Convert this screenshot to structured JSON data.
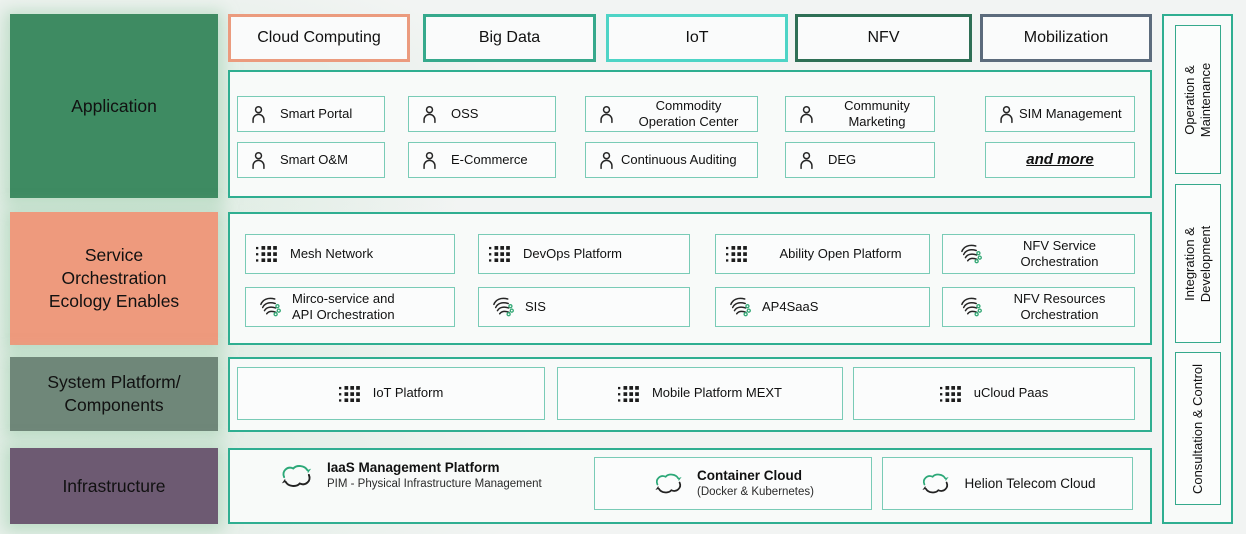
{
  "top_technologies": {
    "cloud": {
      "label": "Cloud Computing",
      "border_color": "#eb9b7e"
    },
    "bigdata": {
      "label": "Big Data",
      "border_color": "#36a98c"
    },
    "iot": {
      "label": "IoT",
      "border_color": "#4ed4c6"
    },
    "nfv": {
      "label": "NFV",
      "border_color": "#2e6f55"
    },
    "mobilization": {
      "label": "Mobilization",
      "border_color": "#5c6b7c"
    }
  },
  "left_labels": {
    "application": {
      "label": "Application",
      "bg_color": "#3e8b62"
    },
    "service": {
      "label": "Service\nOrchestration\nEcology Enables",
      "bg_color": "#ee9a7d"
    },
    "system": {
      "label": "System Platform/\nComponents",
      "bg_color": "#6f8779"
    },
    "infrastructure": {
      "label": "Infrastructure",
      "bg_color": "#6d5a72"
    }
  },
  "application": {
    "items": [
      {
        "label": "Smart Portal",
        "icon": "person-icon"
      },
      {
        "label": "OSS",
        "icon": "person-icon"
      },
      {
        "label": "Commodity\nOperation Center",
        "icon": "person-icon"
      },
      {
        "label": "Community\nMarketing",
        "icon": "person-icon"
      },
      {
        "label": "SIM Management",
        "icon": "person-icon"
      },
      {
        "label": "Smart O&M",
        "icon": "person-icon"
      },
      {
        "label": "E-Commerce",
        "icon": "person-icon"
      },
      {
        "label": "Continuous Auditing",
        "icon": "person-icon"
      },
      {
        "label": "DEG",
        "icon": "person-icon"
      },
      {
        "label": "and more",
        "icon": "none"
      }
    ]
  },
  "service": {
    "items": [
      {
        "label": "Mesh Network",
        "icon": "grid-icon"
      },
      {
        "label": "DevOps Platform",
        "icon": "grid-icon"
      },
      {
        "label": "Ability Open Platform",
        "icon": "grid-icon"
      },
      {
        "label": "NFV Service\nOrchestration",
        "icon": "orchestration-icon"
      },
      {
        "label": "Mirco-service and\nAPI Orchestration",
        "icon": "orchestration-icon"
      },
      {
        "label": "SIS",
        "icon": "orchestration-icon"
      },
      {
        "label": "AP4SaaS",
        "icon": "orchestration-icon"
      },
      {
        "label": "NFV Resources\nOrchestration",
        "icon": "orchestration-icon"
      }
    ]
  },
  "system": {
    "items": [
      {
        "label": "IoT Platform",
        "icon": "grid-icon"
      },
      {
        "label": "Mobile Platform MEXT",
        "icon": "grid-icon"
      },
      {
        "label": "uCloud Paas",
        "icon": "grid-icon"
      }
    ]
  },
  "infrastructure": {
    "items": [
      {
        "title": "IaaS Management Platform",
        "subtitle": "PIM - Physical Infrastructure Management",
        "icon": "cloud-cycle-icon"
      },
      {
        "title": "Container Cloud",
        "subtitle": "(Docker & Kubernetes)",
        "icon": "cloud-cycle-icon"
      },
      {
        "title": "Helion Telecom Cloud",
        "subtitle": "",
        "icon": "cloud-cycle-icon"
      }
    ]
  },
  "right_rail": {
    "items": [
      {
        "label": "Operation &\nMaintenance"
      },
      {
        "label": "Integration &\nDevelopment"
      },
      {
        "label": "Consultation & Control"
      }
    ]
  },
  "colors": {
    "section_border": "#2fae91",
    "item_border": "#79cbb6",
    "background": "#f2f4f3",
    "glow": "#9ecead",
    "icon_green": "#2ca878",
    "icon_dark": "#222222"
  }
}
